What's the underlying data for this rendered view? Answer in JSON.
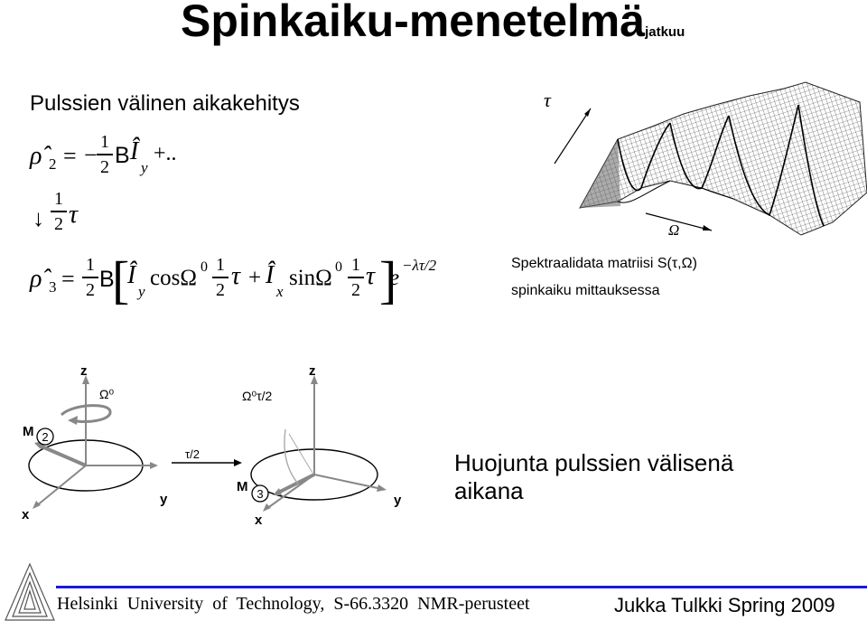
{
  "slide": {
    "title": "Spinkaiku-menetelmä",
    "title_suffix": "jatkuu",
    "subtitle": "Pulssien välinen aikakehitys"
  },
  "equations": {
    "rho": "ρ̂",
    "sub2": "2",
    "sub3": "3",
    "eq": "=",
    "minus": "−",
    "one": "1",
    "two": "2",
    "B": "B",
    "I_hat": "Î",
    "y": "y",
    "x": "x",
    "plus_dots": "+..",
    "arrow": "↓",
    "tau": "τ",
    "cos": "cosΩ",
    "sin": "sinΩ",
    "zero": "0",
    "plus": "+",
    "e": "e",
    "exponent": "−λτ/2"
  },
  "spectrum": {
    "caption_line1": "Spektraalidata matriisi S(τ,Ω)",
    "caption_line2": "spinkaiku mittauksessa",
    "tau_label": "τ",
    "omega_label": "Ω"
  },
  "diagram": {
    "z": "z",
    "y": "y",
    "x": "x",
    "M": "M",
    "omega0": "Ω⁰",
    "omega0_tau": "Ω⁰τ/2",
    "tau_half": "τ/2",
    "step2": "2",
    "step3": "3",
    "caption": "Huojunta pulssien välisenä aikana"
  },
  "footer": {
    "left": "Helsinki  University  of  Technology,  S-66.3320  NMR-perusteet",
    "right": "Jukka Tulkki Spring 2009"
  },
  "colors": {
    "accent": "#1a1ad9",
    "axis_gray": "#888888"
  }
}
